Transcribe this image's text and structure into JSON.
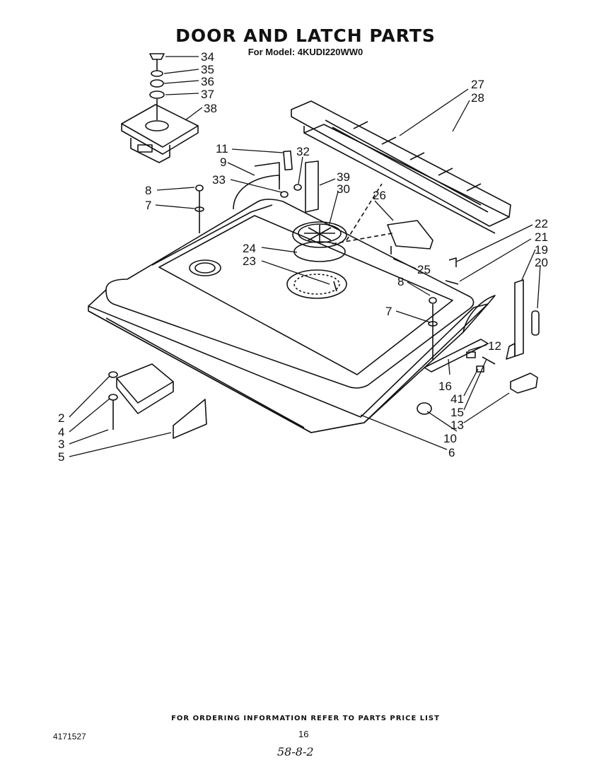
{
  "header": {
    "title": "DOOR AND LATCH PARTS",
    "model": "For Model: 4KUDI220WW0"
  },
  "callouts": [
    {
      "id": "34",
      "label": "34"
    },
    {
      "id": "35",
      "label": "35"
    },
    {
      "id": "36",
      "label": "36"
    },
    {
      "id": "37",
      "label": "37"
    },
    {
      "id": "38",
      "label": "38"
    },
    {
      "id": "27",
      "label": "27"
    },
    {
      "id": "28",
      "label": "28"
    },
    {
      "id": "11",
      "label": "11"
    },
    {
      "id": "9",
      "label": "9"
    },
    {
      "id": "32",
      "label": "32"
    },
    {
      "id": "39",
      "label": "39"
    },
    {
      "id": "30",
      "label": "30"
    },
    {
      "id": "33",
      "label": "33"
    },
    {
      "id": "8a",
      "label": "8"
    },
    {
      "id": "7a",
      "label": "7"
    },
    {
      "id": "26",
      "label": "26"
    },
    {
      "id": "24",
      "label": "24"
    },
    {
      "id": "23",
      "label": "23"
    },
    {
      "id": "25",
      "label": "25"
    },
    {
      "id": "22",
      "label": "22"
    },
    {
      "id": "21",
      "label": "21"
    },
    {
      "id": "19",
      "label": "19"
    },
    {
      "id": "20",
      "label": "20"
    },
    {
      "id": "8b",
      "label": "8"
    },
    {
      "id": "7b",
      "label": "7"
    },
    {
      "id": "12",
      "label": "12"
    },
    {
      "id": "16",
      "label": "16"
    },
    {
      "id": "41",
      "label": "41"
    },
    {
      "id": "15",
      "label": "15"
    },
    {
      "id": "13",
      "label": "13"
    },
    {
      "id": "10",
      "label": "10"
    },
    {
      "id": "6",
      "label": "6"
    },
    {
      "id": "2",
      "label": "2"
    },
    {
      "id": "4",
      "label": "4"
    },
    {
      "id": "3",
      "label": "3"
    },
    {
      "id": "5",
      "label": "5"
    }
  ],
  "footer": {
    "ordering_note": "FOR ORDERING INFORMATION REFER TO PARTS PRICE LIST",
    "doc_number": "4171527",
    "page_number": "16",
    "handwritten_note": "58-8-2"
  }
}
